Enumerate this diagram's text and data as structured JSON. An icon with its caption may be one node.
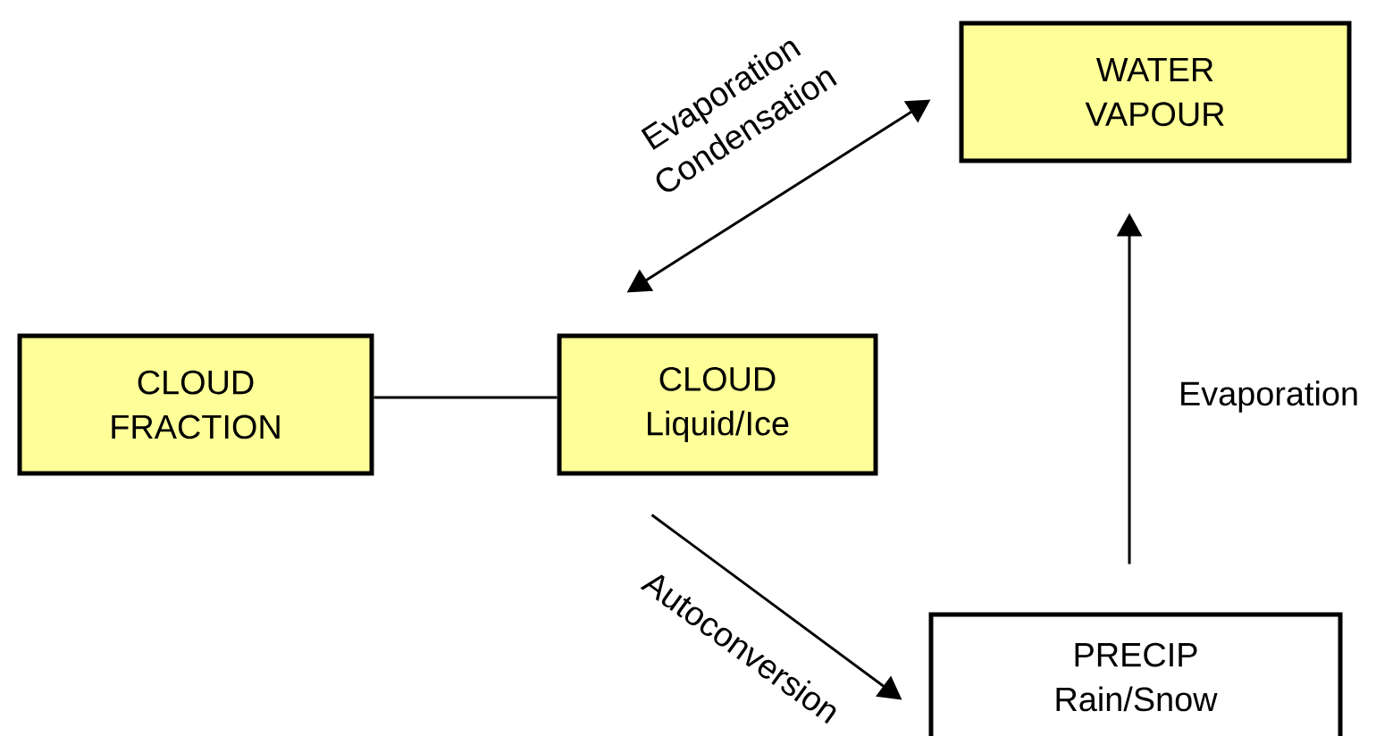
{
  "diagram": {
    "nodes": [
      {
        "text": [
          "WATER VAPOUR"
        ]
      },
      {
        "text": [
          "CLOUD FRACTION"
        ]
      },
      {
        "text": [
          "CLOUD",
          "Liquid/Ice"
        ]
      },
      {
        "text": [
          "PRECIP",
          "Rain/Snow"
        ]
      }
    ],
    "edges": [
      {
        "from": 2,
        "to": 0,
        "arrow": "both",
        "label": "Evaporation Condensation"
      },
      {
        "from": 1,
        "to": 2,
        "arrow": "none"
      },
      {
        "from": 2,
        "to": 3,
        "arrow": "to",
        "label": "Autoconversion"
      },
      {
        "from": 3,
        "to": 0,
        "arrow": "to",
        "label": "Evaporation"
      }
    ]
  }
}
